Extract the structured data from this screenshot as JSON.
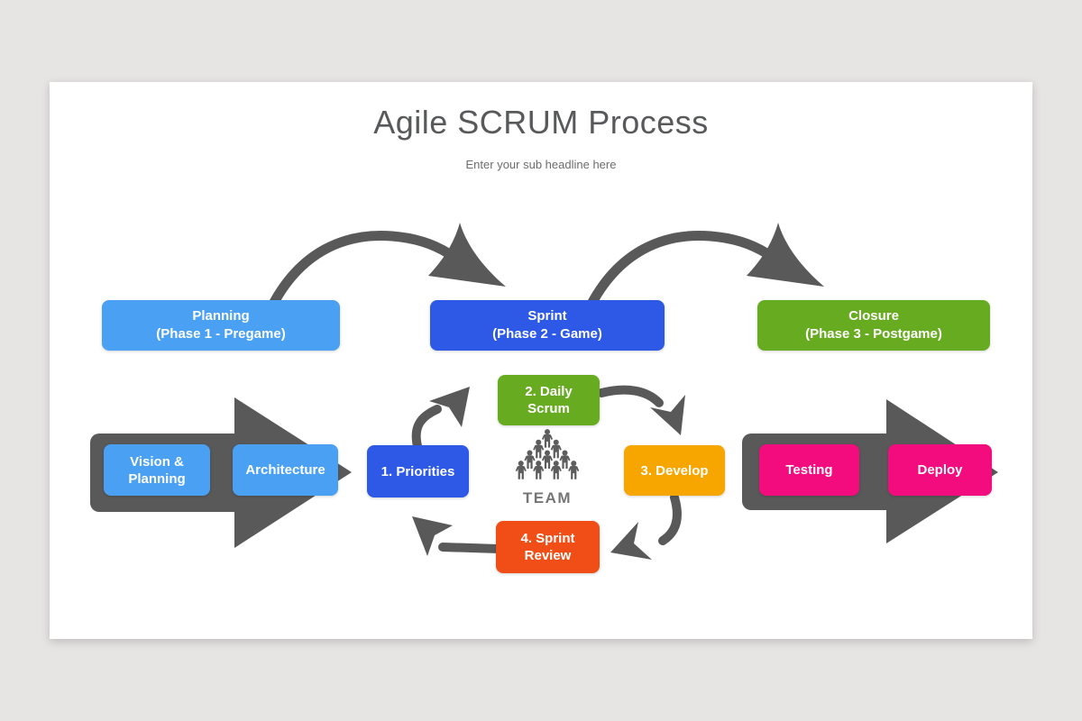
{
  "slide": {
    "title": "Agile SCRUM Process",
    "subtitle": "Enter your sub headline here"
  },
  "phases": [
    {
      "line1": "Planning",
      "line2": "(Phase 1 - Pregame)",
      "color": "#4aa0f2"
    },
    {
      "line1": "Sprint",
      "line2": "(Phase 2 - Game)",
      "color": "#2d59e6"
    },
    {
      "line1": "Closure",
      "line2": "(Phase 3 - Postgame)",
      "color": "#67ac20"
    }
  ],
  "pregame": {
    "steps": [
      {
        "line1": "Vision &",
        "line2": "Planning",
        "color": "#4aa0f2"
      },
      {
        "line1": "Architecture",
        "line2": "",
        "color": "#4aa0f2"
      }
    ]
  },
  "cycle": {
    "steps": [
      {
        "line1": "1. Priorities",
        "line2": "",
        "color": "#2d59e6"
      },
      {
        "line1": "2. Daily",
        "line2": "Scrum",
        "color": "#67ac20"
      },
      {
        "line1": "3. Develop",
        "line2": "",
        "color": "#f7a600"
      },
      {
        "line1": "4. Sprint",
        "line2": "Review",
        "color": "#f04e16"
      }
    ],
    "center_label": "TEAM"
  },
  "postgame": {
    "steps": [
      {
        "line1": "Testing",
        "line2": "",
        "color": "#f20c7d"
      },
      {
        "line1": "Deploy",
        "line2": "",
        "color": "#f20c7d"
      }
    ]
  },
  "colors": {
    "page_background": "#e7e5e4",
    "slide_background": "#ffffff",
    "arrow_gray": "#595959",
    "title_text": "#58595b",
    "subtitle_text": "#6d6d6d",
    "light_blue": "#4aa0f2",
    "blue": "#2d59e6",
    "green": "#67ac20",
    "orange": "#f7a600",
    "red_orange": "#f04e16",
    "pink": "#f20c7d"
  }
}
